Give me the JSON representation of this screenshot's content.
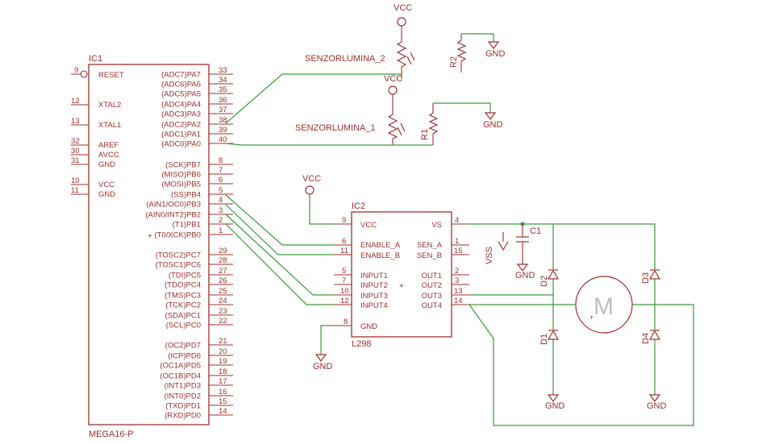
{
  "mcu": {
    "ref": "IC1",
    "part": "MEGA16-P",
    "left_pins": [
      {
        "num": "9",
        "name": "RESET"
      },
      {
        "num": "12",
        "name": "XTAL2"
      },
      {
        "num": "13",
        "name": "XTAL1"
      },
      {
        "num": "32",
        "name": "AREF"
      },
      {
        "num": "30",
        "name": "AVCC"
      },
      {
        "num": "31",
        "name": "GND"
      },
      {
        "num": "10",
        "name": "VCC"
      },
      {
        "num": "11",
        "name": "GND"
      }
    ],
    "right_pins": [
      {
        "num": "33",
        "name": "(ADC7)PA7"
      },
      {
        "num": "34",
        "name": "(ADC6)PA6"
      },
      {
        "num": "35",
        "name": "(ADC5)PA5"
      },
      {
        "num": "36",
        "name": "(ADC4)PA4"
      },
      {
        "num": "37",
        "name": "(ADC3)PA3"
      },
      {
        "num": "38",
        "name": "(ADC2)PA2"
      },
      {
        "num": "39",
        "name": "(ADC1)PA1"
      },
      {
        "num": "40",
        "name": "(ADC0)PA0"
      },
      {
        "num": "8",
        "name": "(SCK)PB7"
      },
      {
        "num": "7",
        "name": "(MISO)PB6"
      },
      {
        "num": "6",
        "name": "(MOSI)PB5"
      },
      {
        "num": "5",
        "name": "(SS)PB4"
      },
      {
        "num": "4",
        "name": "(AIN1/OC0)PB3"
      },
      {
        "num": "3",
        "name": "(AIN0/INT2)PB2"
      },
      {
        "num": "2",
        "name": "(T1)PB1"
      },
      {
        "num": "1",
        "name": "(T0/XCK)PB0"
      },
      {
        "num": "29",
        "name": "(TOSC2)PC7"
      },
      {
        "num": "28",
        "name": "(TOSC1)PC6"
      },
      {
        "num": "27",
        "name": "(TDI)PC5"
      },
      {
        "num": "26",
        "name": "(TDO)PC4"
      },
      {
        "num": "25",
        "name": "(TMS)PC3"
      },
      {
        "num": "24",
        "name": "(TCK)PC2"
      },
      {
        "num": "23",
        "name": "(SDA)PC1"
      },
      {
        "num": "22",
        "name": "(SCL)PC0"
      },
      {
        "num": "21",
        "name": "(OC2)PD7"
      },
      {
        "num": "20",
        "name": "(ICP)PD6"
      },
      {
        "num": "19",
        "name": "(OC1A)PD5"
      },
      {
        "num": "18",
        "name": "(OC1B)PD4"
      },
      {
        "num": "17",
        "name": "(INT1)PD3"
      },
      {
        "num": "16",
        "name": "(INT0)PD2"
      },
      {
        "num": "15",
        "name": "(TXD)PD1"
      },
      {
        "num": "14",
        "name": "(RXD)PD0"
      }
    ]
  },
  "driver": {
    "ref": "IC2",
    "part": "L298",
    "left_pins": [
      {
        "num": "9",
        "name": "VCC"
      },
      {
        "num": "6",
        "name": "ENABLE_A"
      },
      {
        "num": "11",
        "name": "ENABLE_B"
      },
      {
        "num": "5",
        "name": "INPUT1"
      },
      {
        "num": "7",
        "name": "INPUT2"
      },
      {
        "num": "10",
        "name": "INPUT3"
      },
      {
        "num": "12",
        "name": "INPUT4"
      },
      {
        "num": "8",
        "name": "GND"
      }
    ],
    "right_pins": [
      {
        "num": "4",
        "name": "VS"
      },
      {
        "num": "1",
        "name": "SEN_A"
      },
      {
        "num": "15",
        "name": "SEN_B"
      },
      {
        "num": "2",
        "name": "OUT1"
      },
      {
        "num": "3",
        "name": "OUT2"
      },
      {
        "num": "13",
        "name": "OUT3"
      },
      {
        "num": "14",
        "name": "OUT4"
      }
    ]
  },
  "sensors": {
    "s2": "SENZORLUMINA_2",
    "s1": "SENZORLUMINA_1",
    "r2": "R2",
    "r1": "R1"
  },
  "power": {
    "vcc": "VCC",
    "gnd": "GND",
    "vss": "VSS"
  },
  "parts": {
    "c1": "C1",
    "d1": "D1",
    "d2": "D2",
    "d3": "D3",
    "d4": "D4",
    "motor": "M"
  },
  "colors": {
    "component": "#a0302e",
    "wire": "#3a9a3a",
    "background": "#ffffff"
  }
}
